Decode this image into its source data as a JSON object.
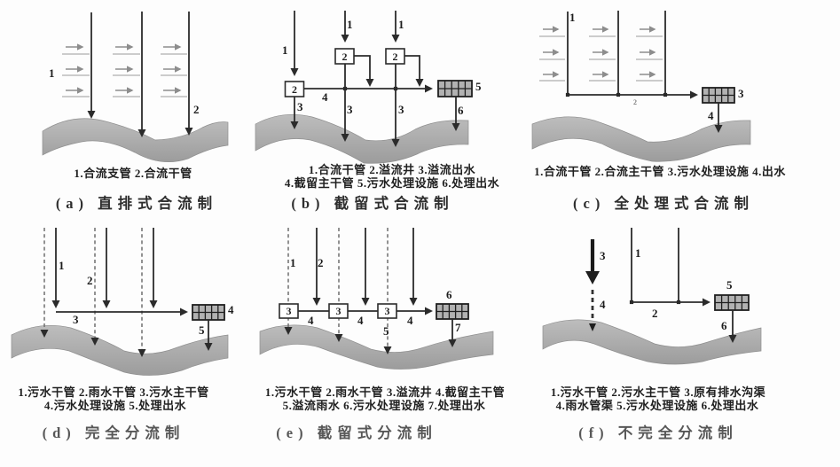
{
  "panels": {
    "a": {
      "title": "(a) 直排式合流制",
      "captions": [
        "1.合流支管 2.合流干管"
      ],
      "labels": {
        "n1": "1",
        "n2": "2"
      }
    },
    "b": {
      "title": "(b) 截留式合流制",
      "captions": [
        "1.合流干管 2.溢流井 3.溢流出水",
        "4.截留主干管 5.污水处理设施 6.处理出水"
      ],
      "labels": {
        "n1": "1",
        "n2": "2",
        "n3": "3",
        "n4": "4",
        "n5": "5",
        "n6": "6"
      }
    },
    "c": {
      "title": "(c) 全处理式合流制",
      "captions": [
        "1.合流干管 2.合流主干管 3.污水处理设施 4.出水"
      ],
      "labels": {
        "n1": "1",
        "n2": "2",
        "n3": "3",
        "n4": "4"
      }
    },
    "d": {
      "title": "(d) 完全分流制",
      "captions": [
        "1.污水干管 2.雨水干管 3.污水主干管",
        "4.污水处理设施 5.处理出水"
      ],
      "labels": {
        "n1": "1",
        "n2": "2",
        "n3": "3",
        "n4": "4",
        "n5": "5"
      }
    },
    "e": {
      "title": "(e) 截留式分流制",
      "captions": [
        "1.污水干管 2.雨水干管 3.溢流井 4.截留主干管",
        "5.溢流雨水 6.污水处理设施 7.处理出水"
      ],
      "labels": {
        "n1": "1",
        "n2": "2",
        "n3": "3",
        "n4": "4",
        "n5": "5",
        "n6": "6",
        "n7": "7"
      }
    },
    "f": {
      "title": "(f) 不完全分流制",
      "captions": [
        "1.污水干管 2.污水主干管 3.原有排水沟渠",
        "4.雨水管渠 5.污水处理设施 6.处理出水"
      ],
      "labels": {
        "n1": "1",
        "n2": "2",
        "n3": "3",
        "n4": "4",
        "n5": "5",
        "n6": "6"
      }
    }
  },
  "colors": {
    "pipe": "#2b2b2b",
    "dashed_pipe": "#6e6e6e",
    "flow_arrow": "#8d8d8d",
    "river": "#a9a9a9",
    "background": "#fdfdfd"
  }
}
